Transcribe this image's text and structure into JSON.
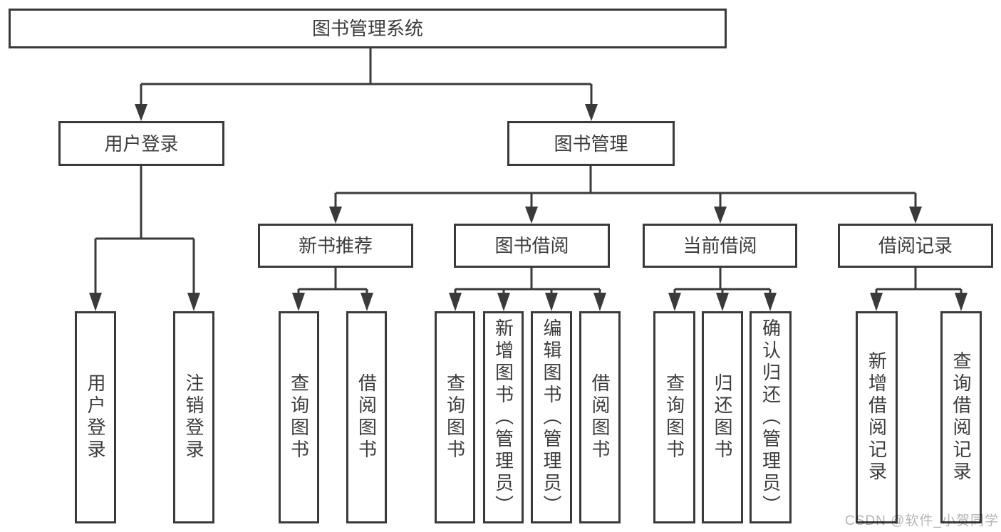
{
  "diagram": {
    "root": "图书管理系统",
    "branches": [
      {
        "label": "用户登录",
        "leaves": [
          "用户登录",
          "注销登录"
        ]
      },
      {
        "label": "图书管理",
        "children": [
          {
            "label": "新书推荐",
            "leaves": [
              "查询图书",
              "借阅图书"
            ]
          },
          {
            "label": "图书借阅",
            "leaves": [
              "查询图书",
              "新增图书（管理员）",
              "编辑图书（管理员）",
              "借阅图书"
            ]
          },
          {
            "label": "当前借阅",
            "leaves": [
              "查询图书",
              "归还图书",
              "确认归还（管理员）"
            ]
          },
          {
            "label": "借阅记录",
            "leaves": [
              "新增借阅记录",
              "查询借阅记录"
            ]
          }
        ]
      }
    ]
  },
  "watermark": "CSDN @软件_小贺同学",
  "colors": {
    "line": "#3a3a3a",
    "text": "#3c3c3c",
    "box_background": "#ffffff",
    "watermark": "#b4b4b4",
    "page_background": "#ffffff"
  }
}
